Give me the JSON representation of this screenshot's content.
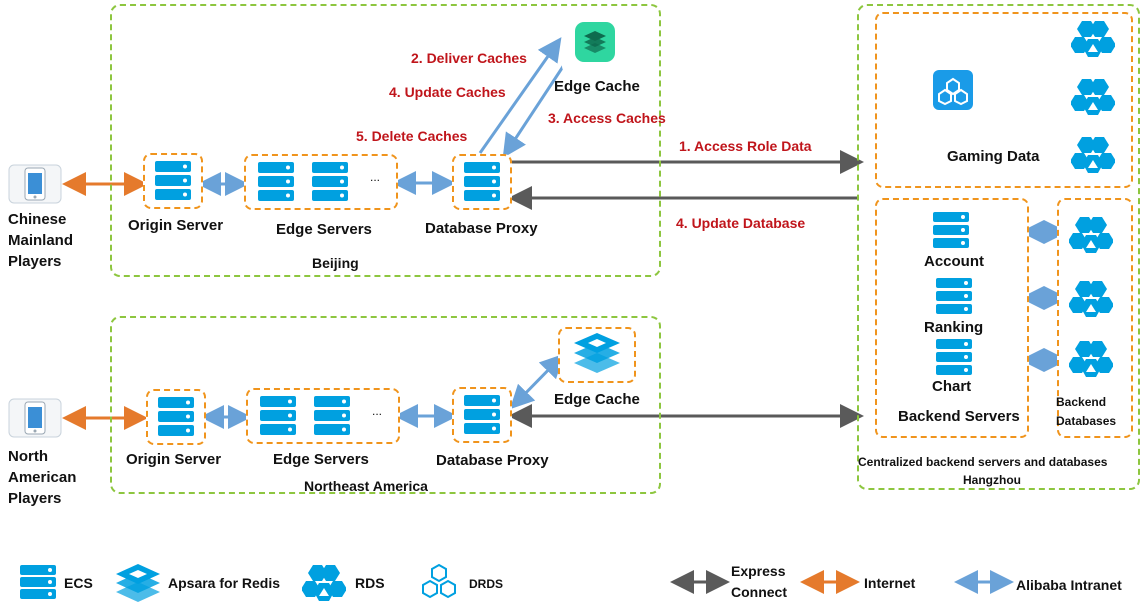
{
  "colors": {
    "ecs": "#00a0e0",
    "redis_mint": "#2fd6a0",
    "rds": "#00a0e0",
    "express": "#5a5a5a",
    "internet": "#e57a2c",
    "intranet": "#6aa2d8",
    "region_border": "#8dc63f",
    "node_border": "#f0941c",
    "step_text": "#c0151b"
  },
  "players": {
    "chinese": {
      "line1": "Chinese",
      "line2": "Mainland",
      "line3": "Players"
    },
    "north_american": {
      "line1": "North",
      "line2": "American",
      "line3": "Players"
    }
  },
  "beijing": {
    "region_label": "Beijing",
    "origin_server": "Origin Server",
    "edge_servers": "Edge Servers",
    "ellipsis": "...",
    "database_proxy": "Database Proxy",
    "edge_cache": "Edge Cache",
    "steps": {
      "deliver": "2. Deliver Caches",
      "update": "4. Update Caches",
      "access": "3. Access Caches",
      "delete": "5. Delete Caches"
    }
  },
  "northeast": {
    "region_label": "Northeast America",
    "origin_server": "Origin Server",
    "edge_servers": "Edge Servers",
    "ellipsis": "...",
    "database_proxy": "Database Proxy",
    "edge_cache": "Edge Cache"
  },
  "links": {
    "access_role_data": "1. Access Role Data",
    "update_database": "4. Update Database"
  },
  "hangzhou": {
    "gaming_data": "Gaming Data",
    "account": "Account",
    "ranking": "Ranking",
    "chart": "Chart",
    "backend_servers": "Backend Servers",
    "backend_db_line1": "Backend",
    "backend_db_line2": "Databases",
    "caption": "Centralized backend servers and databases",
    "city": "Hangzhou"
  },
  "legend": {
    "ecs": "ECS",
    "redis": "Apsara for Redis",
    "rds": "RDS",
    "drds": "DRDS",
    "express_line1": "Express",
    "express_line2": "Connect",
    "internet": "Internet",
    "intranet": "Alibaba Intranet"
  }
}
